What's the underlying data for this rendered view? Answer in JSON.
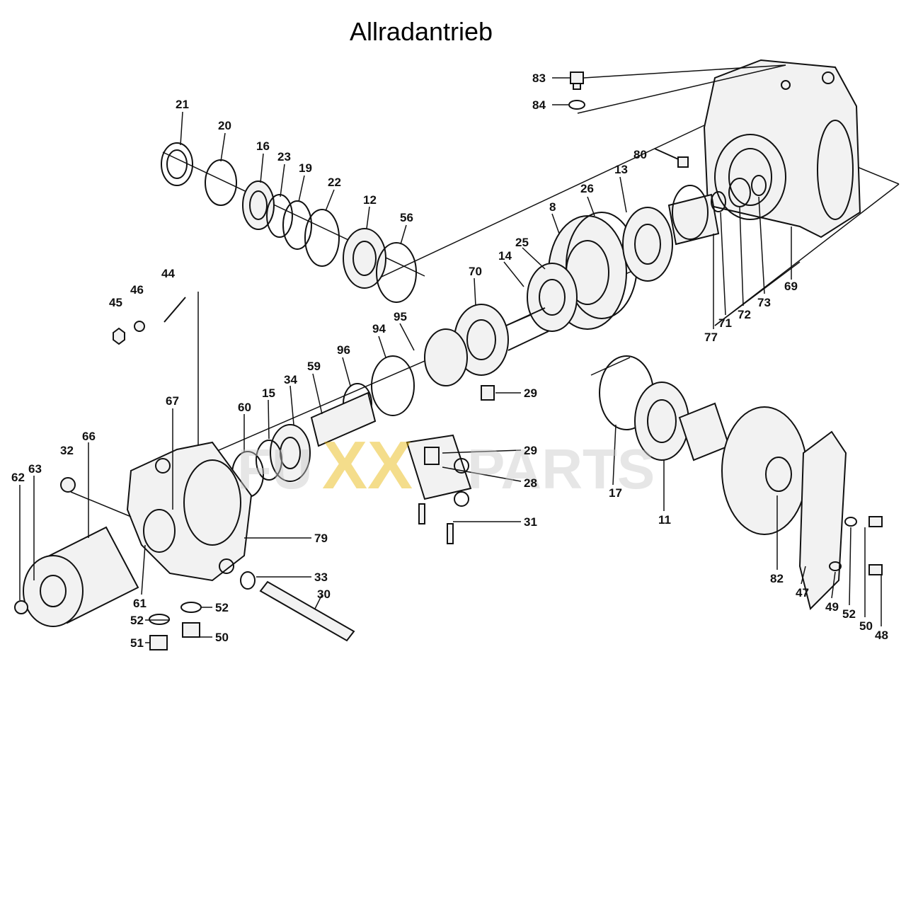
{
  "title": "Allradantrieb",
  "watermark": {
    "left": "FU",
    "mid": "XX",
    "right": "PARTS",
    "accent_color": "#e8b400",
    "gray_color": "#c8c8c8"
  },
  "labels": {
    "l21": "21",
    "l20": "20",
    "l16": "16",
    "l23": "23",
    "l19": "19",
    "l22": "22",
    "l12": "12",
    "l56": "56",
    "l83": "83",
    "l84": "84",
    "l80": "80",
    "l8": "8",
    "l26": "26",
    "l13": "13",
    "l25": "25",
    "l14": "14",
    "l70": "70",
    "l71": "71",
    "l72": "72",
    "l73": "73",
    "l69": "69",
    "l77": "77",
    "l44": "44",
    "l46": "46",
    "l45": "45",
    "l94": "94",
    "l95": "95",
    "l96": "96",
    "l59": "59",
    "l34": "34",
    "l15": "15",
    "l60": "60",
    "l67": "67",
    "l66": "66",
    "l32": "32",
    "l62": "62",
    "l63": "63",
    "l29a": "29",
    "l29b": "29",
    "l28": "28",
    "l31": "31",
    "l79": "79",
    "l33": "33",
    "l30": "30",
    "l52a": "52",
    "l52b": "52",
    "l51": "51",
    "l50a": "50",
    "l61": "61",
    "l17": "17",
    "l11": "11",
    "l82": "82",
    "l47": "47",
    "l49": "49",
    "l52c": "52",
    "l50b": "50",
    "l48": "48"
  }
}
